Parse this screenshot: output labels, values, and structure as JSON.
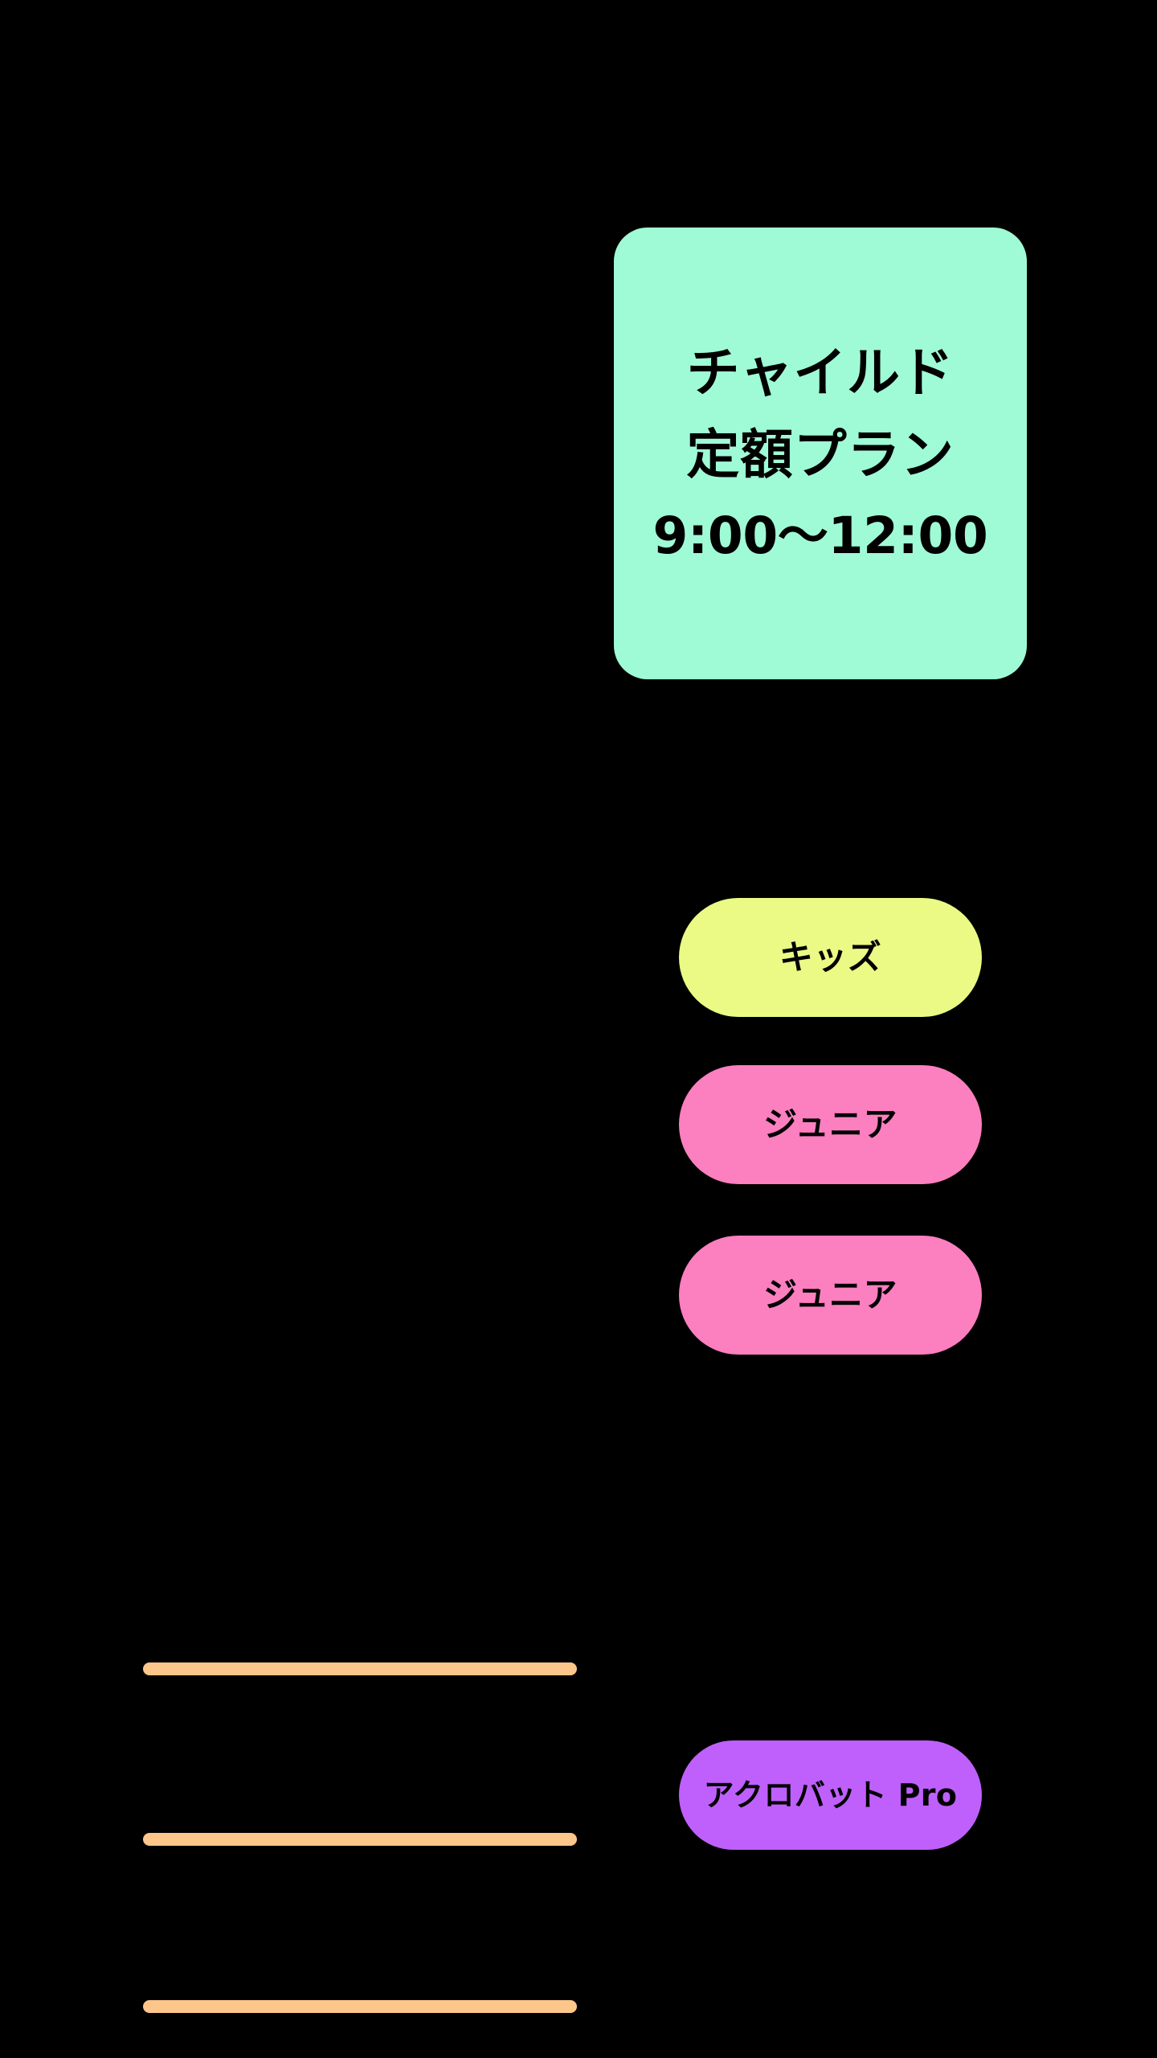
{
  "theme": {
    "background": "#000000",
    "card_green": "#9FFBD6",
    "chip_yellow": "#EAFA85",
    "chip_pink": "#FC7FC0",
    "chip_purple": "#BF60FC",
    "bar_orange": "#FDC68A",
    "text_color": "#000000"
  },
  "plan_card": {
    "title_line1": "チャイルド",
    "title_line2": "定額プラン",
    "time_range": "9:00〜12:00"
  },
  "chips": [
    {
      "label": "キッズ",
      "color": "#EAFA85"
    },
    {
      "label": "ジュニア",
      "color": "#FC7FC0"
    },
    {
      "label": "ジュニア",
      "color": "#FC7FC0"
    },
    {
      "label": "アクロバット Pro",
      "color": "#BF60FC"
    }
  ],
  "bars": [
    {
      "color": "#FDC68A"
    },
    {
      "color": "#FDC68A"
    },
    {
      "color": "#FDC68A"
    }
  ]
}
